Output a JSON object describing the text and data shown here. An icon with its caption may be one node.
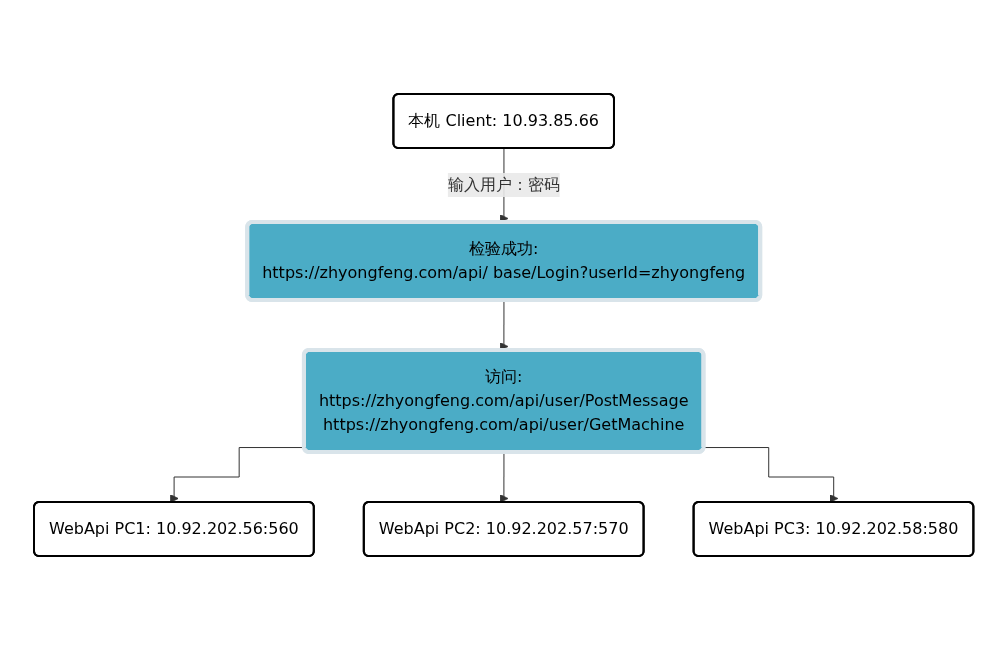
{
  "diagram": {
    "nodes": [
      {
        "text": [
          "本机 Client: 10.93.85.66"
        ]
      },
      {
        "text": [
          "检验成功:",
          "https://zhyongfeng.com/api/ base/Login?userId=zhyongfeng"
        ]
      },
      {
        "text": [
          "访问:",
          "https://zhyongfeng.com/api/user/PostMessage",
          "https://zhyongfeng.com/api/user/GetMachine"
        ]
      },
      {
        "text": [
          "WebApi PC1: 10.92.202.56:560"
        ]
      },
      {
        "text": [
          "WebApi PC2: 10.92.202.57:570"
        ]
      },
      {
        "text": [
          "WebApi PC3: 10.92.202.58:580"
        ]
      }
    ],
    "edges": [
      {
        "from": 0,
        "to": 1,
        "arrow": "to",
        "label": "输入用户：密码"
      },
      {
        "from": 1,
        "to": 2,
        "arrow": "to"
      },
      {
        "from": 2,
        "to": 3,
        "arrow": "to"
      },
      {
        "from": 2,
        "to": 4,
        "arrow": "to"
      },
      {
        "from": 2,
        "to": 5,
        "arrow": "to"
      }
    ]
  }
}
